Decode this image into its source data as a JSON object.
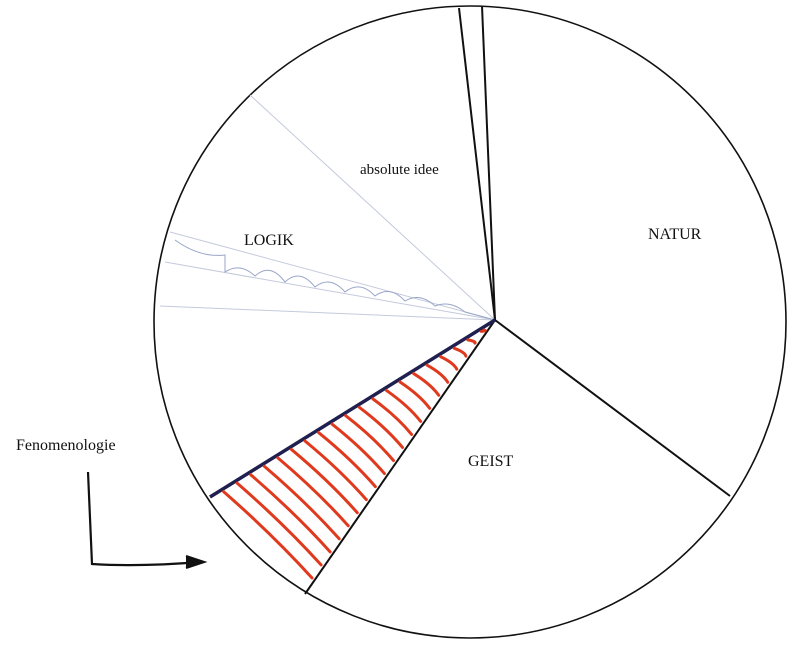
{
  "labels": {
    "natur": "NATUR",
    "geist": "GEIST",
    "logik": "LOGIK",
    "absolute_idee": "absolute idee",
    "fenomenologie": "Fenomenologie"
  },
  "colors": {
    "outline": "#111111",
    "hatch": "#e03a1e",
    "boundary": "#2a2a6a",
    "faint": "#b8c0d8"
  }
}
